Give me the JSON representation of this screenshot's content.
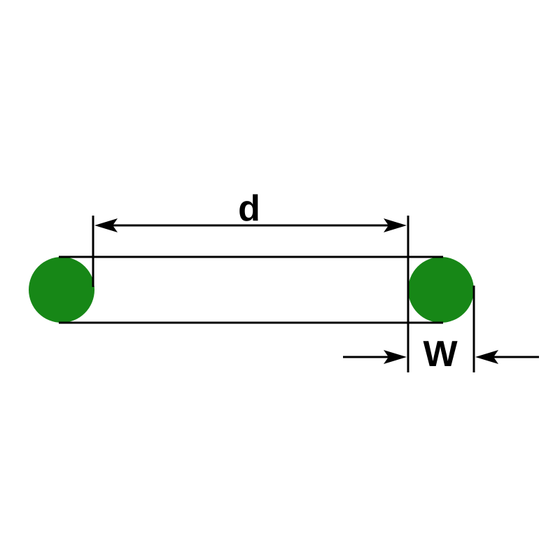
{
  "diagram": {
    "name": "O-ring dimension diagram",
    "labels": {
      "inner_diameter": "d",
      "cross_section_width": "W"
    },
    "colors": {
      "ring_fill": "#178717",
      "line": "#000000",
      "background": "#ffffff"
    }
  }
}
